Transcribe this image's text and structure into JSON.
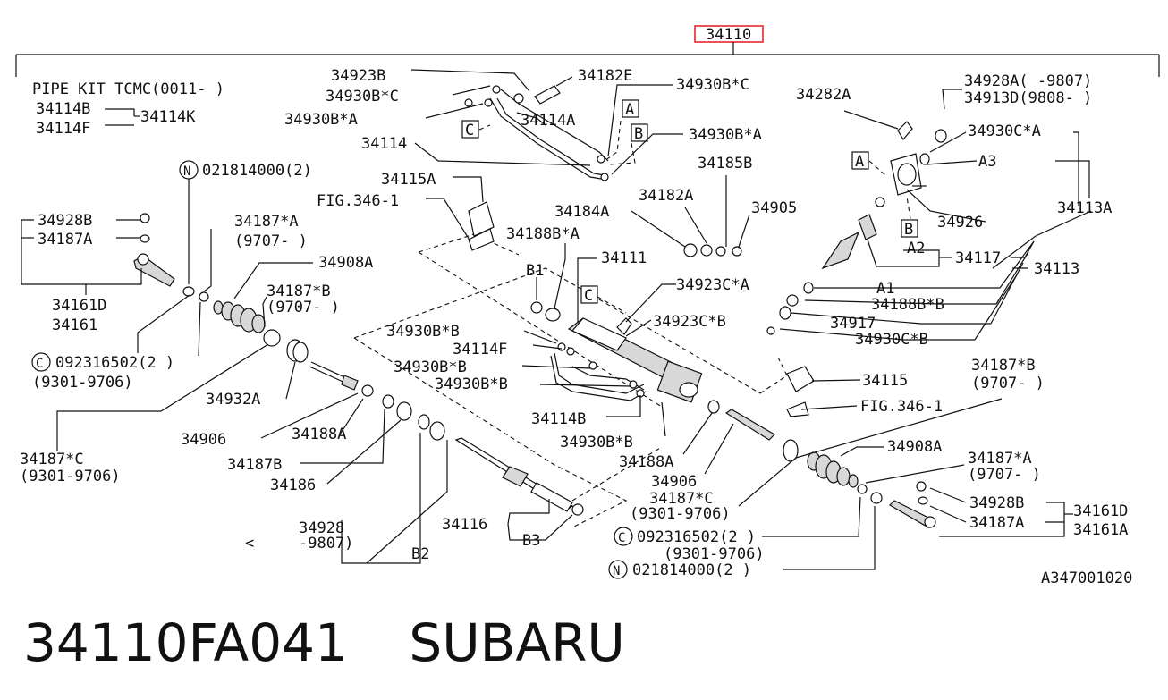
{
  "header": {
    "assembly_number": "34110",
    "highlight_color": "#e8262d"
  },
  "callouts": {
    "pipe_kit": "PIPE KIT TCMC(0011-   )",
    "p34114B": "34114B",
    "p34114F_kit": "34114F",
    "p34114K": "34114K",
    "n021814000_top": "021814000(2)",
    "p34928B_left": "34928B",
    "p34187A_left": "34187A",
    "p34161D_left": "34161D",
    "p34161_left": "34161",
    "c092316502_left": "092316502(2 )",
    "range_9301_9706_a": "(9301-9706)",
    "p34187C_left": "34187*C",
    "range_9301_9706_b": "(9301-9706)",
    "p34923B": "34923B",
    "p34930BC_top": "34930B*C",
    "p34930BA_top": "34930B*A",
    "p34114": "34114",
    "p34114A": "34114A",
    "p34182E": "34182E",
    "p34930BC_right": "34930B*C",
    "p34930BA_right": "34930B*A",
    "p34115A": "34115A",
    "fig346_top": "FIG.346-1",
    "p34187A_left_star": "34187*A",
    "range_9707_a": "(9707-    )",
    "p34908A_left": "34908A",
    "p34187B_left": "34187*B",
    "range_9707_b": "(9707-     )",
    "p34932A": "34932A",
    "p34906_left": "34906",
    "p34188A_left": "34188A",
    "p34187B_plain": "34187B",
    "p34186": "34186",
    "p34928_low": "34928",
    "range_9807": "-9807)",
    "bracket_lt": "<",
    "p34116": "34116",
    "lbl_B2": "B2",
    "lbl_B3": "B3",
    "p34185B": "34185B",
    "p34182A": "34182A",
    "p34905": "34905",
    "p34184A": "34184A",
    "p34188BA": "34188B*A",
    "p34111": "34111",
    "lbl_B1": "B1",
    "p34923CA": "34923C*A",
    "p34923CB": "34923C*B",
    "p34930BB_1": "34930B*B",
    "p34114F": "34114F",
    "p34930BB_2": "34930B*B",
    "p34930BB_3": "34930B*B",
    "p34114B_low": "34114B",
    "p34930BB_4": "34930B*B",
    "p34188A_mid": "34188A",
    "p34906_mid": "34906",
    "p34187C_mid": "34187*C",
    "range_9301_9706_c": "(9301-9706)",
    "c092316502_low": "092316502(2 )",
    "range_9301_9706_d": "(9301-9706)",
    "n021814000_low": "021814000(2 )",
    "p34282A": "34282A",
    "p34928A": "34928A(  -9807)",
    "p34913D": "34913D(9808-   )",
    "p34930CA": "34930C*A",
    "lbl_A3": "A3",
    "p34113A": "34113A",
    "p34926": "34926",
    "lbl_A2": "A2",
    "p34117": "34117",
    "p34113": "34113",
    "lbl_A1": "A1",
    "p34188BB": "34188B*B",
    "p34917": "34917",
    "p34930CB": "34930C*B",
    "p34115": "34115",
    "fig346_low": "FIG.346-1",
    "p34187B_right": "34187*B",
    "range_9707_c": "(9707-     )",
    "p34908A_right": "34908A",
    "p34187A_right": "34187*A",
    "range_9707_d": "(9707-     )",
    "p34928B_right": "34928B",
    "p34187A_right_plain": "34187A",
    "p34161D_right": "34161D",
    "p34161A_right": "34161A",
    "drawing_code": "A347001020"
  },
  "ref_boxes": {
    "A": "A",
    "B": "B",
    "C": "C"
  },
  "circle_marks": {
    "N": "N",
    "C": "C"
  },
  "footer": {
    "part_number": "34110FA041",
    "brand": "SUBARU"
  }
}
